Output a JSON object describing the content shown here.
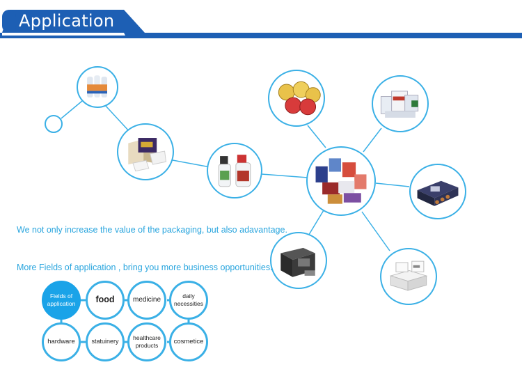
{
  "header": {
    "title": "Application"
  },
  "taglines": [
    "We not only increase the value of the packaging, but also adavantage.",
    "More Fields of application , bring you more business opportunities."
  ],
  "categories": [
    {
      "label": "Fields of application",
      "active": true
    },
    {
      "label": "food",
      "active": false
    },
    {
      "label": "medicine",
      "active": false
    },
    {
      "label": "daily necessities",
      "active": false
    },
    {
      "label": "hardware",
      "active": false
    },
    {
      "label": "statuinery",
      "active": false
    },
    {
      "label": "healthcare products",
      "active": false
    },
    {
      "label": "cosmetice",
      "active": false
    }
  ],
  "colors": {
    "brand_blue": "#1d5fb4",
    "accent_cyan": "#3ab0e6",
    "tagline": "#29a5de"
  },
  "photo_nodes": [
    "bottles-photo",
    "cosmetic-box-photo",
    "spray-bottles-photo",
    "candle-cups-photo",
    "center-boxes-photo",
    "medicine-boxes-photo",
    "dark-box-photo",
    "electronics-box-photo",
    "white-boxes-photo"
  ]
}
